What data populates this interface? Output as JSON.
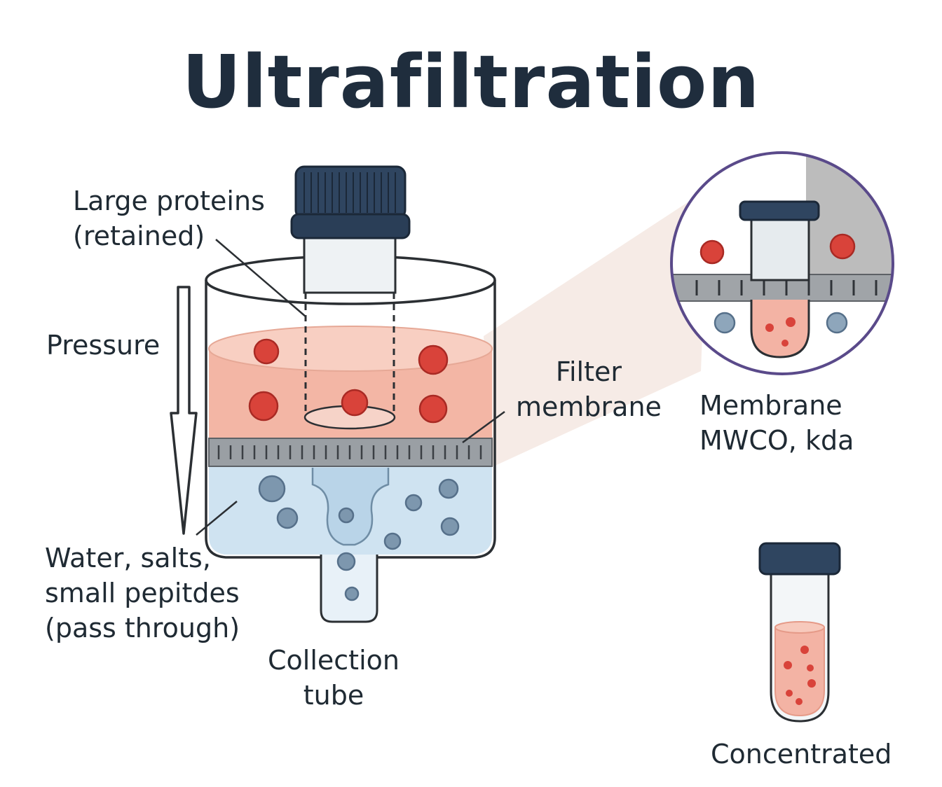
{
  "title": "Ultrafiltration",
  "labels": {
    "large_proteins": "Large proteins\n(retained)",
    "pressure": "Pressure",
    "filter_membrane": "Filter\nmembrane",
    "membrane_mwco": "Membrane\nMWCO, kda",
    "pass_through": "Water, salts,\nsmall pepitdes\n(pass through)",
    "collection_tube": "Collection\ntube",
    "concentrated": "Concentrated"
  },
  "colors": {
    "title": "#1f2d3d",
    "cap": "#2f4560",
    "retentate_fluid": "#f3b6a5",
    "protein": "#d9433a",
    "filtrate_fluid": "#cfe3f1",
    "small_molecule": "#7d97ae",
    "membrane": "#9a9fa4",
    "zoom_ring": "#5a4a8a",
    "outline": "#2b2f33"
  }
}
